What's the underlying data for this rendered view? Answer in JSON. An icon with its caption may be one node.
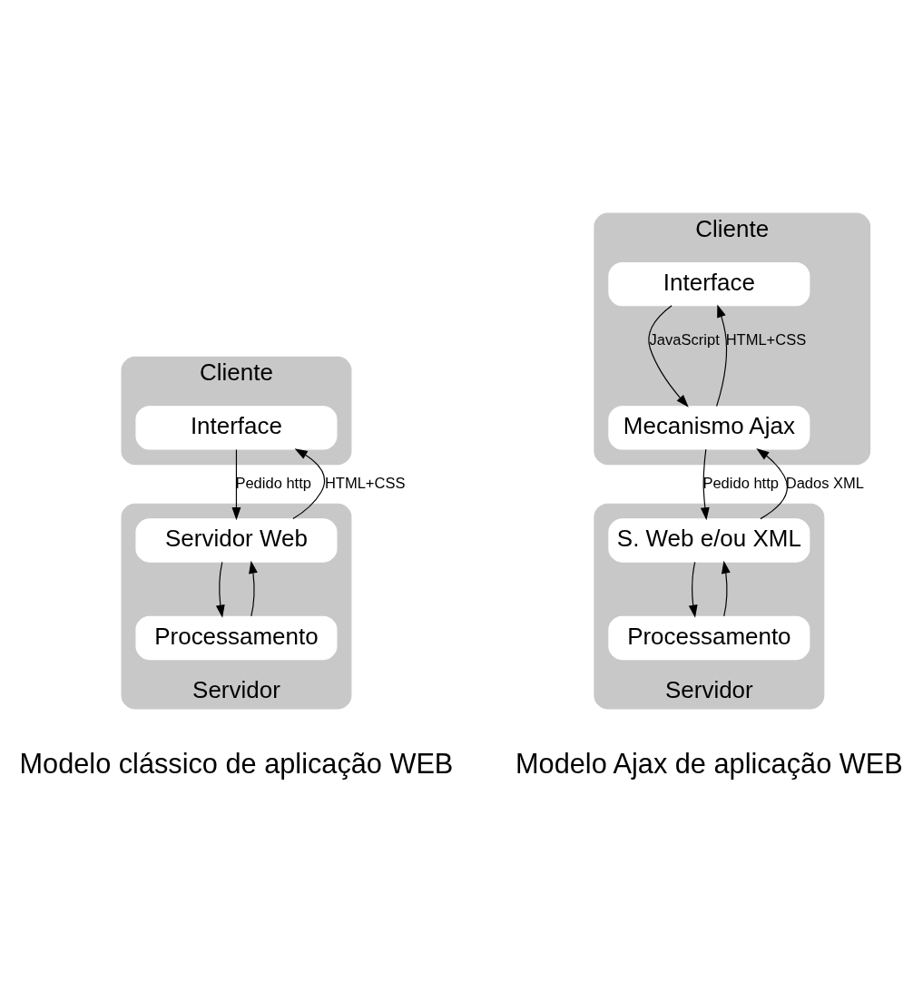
{
  "diagram": {
    "nodes": [
      {
        "text": [
          "Cliente"
        ]
      },
      {
        "text": [
          "Interface"
        ],
        "in": 0
      },
      {
        "text": [
          "Servidor"
        ]
      },
      {
        "text": [
          "Servidor Web"
        ],
        "in": 2
      },
      {
        "text": [
          "Processamento"
        ],
        "in": 2
      },
      {
        "text": [
          "Cliente"
        ]
      },
      {
        "text": [
          "Interface"
        ],
        "in": 5
      },
      {
        "text": [
          "Mecanismo Ajax"
        ],
        "in": 5
      },
      {
        "text": [
          "Servidor"
        ]
      },
      {
        "text": [
          "S. Web e/ou XML"
        ],
        "in": 8
      },
      {
        "text": [
          "Processamento"
        ],
        "in": 8
      }
    ],
    "edges": [
      {
        "from": 1,
        "to": 3,
        "arrow": "to",
        "label": "Pedido http"
      },
      {
        "from": 3,
        "to": 1,
        "arrow": "to",
        "label": "HTML+CSS"
      },
      {
        "from": 3,
        "to": 4,
        "arrow": "to"
      },
      {
        "from": 4,
        "to": 3,
        "arrow": "to"
      },
      {
        "from": 6,
        "to": 7,
        "arrow": "to",
        "label": "JavaScript"
      },
      {
        "from": 7,
        "to": 6,
        "arrow": "to",
        "label": "HTML+CSS"
      },
      {
        "from": 7,
        "to": 9,
        "arrow": "to",
        "label": "Pedido http"
      },
      {
        "from": 9,
        "to": 7,
        "arrow": "to",
        "label": "Dados XML"
      },
      {
        "from": 9,
        "to": 10,
        "arrow": "to"
      },
      {
        "from": 10,
        "to": 9,
        "arrow": "to"
      }
    ],
    "labels": [
      "Modelo clássico de aplicação WEB",
      "Modelo Ajax de aplicação WEB"
    ]
  }
}
